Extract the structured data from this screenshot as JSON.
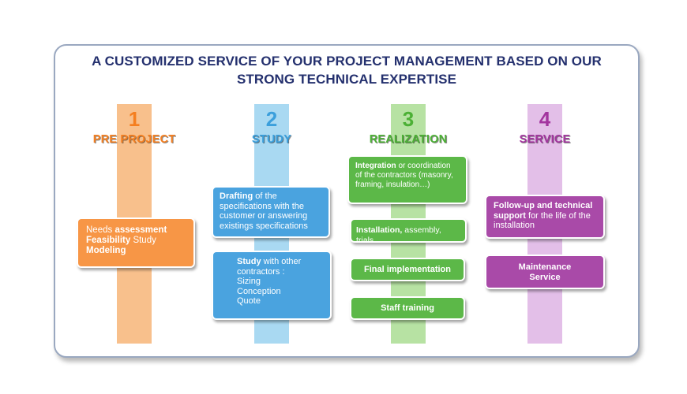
{
  "title": {
    "line1": "A CUSTOMIZED SERVICE OF YOUR PROJECT MANAGEMENT BASED ON OUR",
    "line2": "STRONG TECHNICAL EXPERTISE"
  },
  "colors": {
    "pre_project": "#f57f20",
    "study": "#3b9fdc",
    "realization": "#4cb035",
    "service": "#a3359f",
    "title": "#24306e"
  },
  "phases": [
    {
      "number": "1",
      "name": "PRE PROJECT",
      "boxes": [
        {
          "parts": [
            {
              "text": "Needs ",
              "bold": false
            },
            {
              "text": "assessment",
              "bold": true
            },
            {
              "text": "\nFeasibility",
              "bold": true
            },
            {
              "text": " Study",
              "bold": false
            },
            {
              "text": "\nModeling",
              "bold": true
            }
          ]
        }
      ]
    },
    {
      "number": "2",
      "name": "STUDY",
      "boxes": [
        {
          "parts": [
            {
              "text": "Drafting",
              "bold": true
            },
            {
              "text": " of the\nspecifications with the\ncustomer or answering\nexistings specifications",
              "bold": false
            }
          ]
        },
        {
          "parts": [
            {
              "text": "Study",
              "bold": true
            },
            {
              "text": " with other\ncontractors :\nSizing\nConception\nQuote",
              "bold": false
            }
          ]
        }
      ]
    },
    {
      "number": "3",
      "name": "REALIZATION",
      "boxes": [
        {
          "parts": [
            {
              "text": "Integration",
              "bold": true
            },
            {
              "text": " or coordination\nof the contractors (masonry,\nframing, insulation…)",
              "bold": false
            }
          ]
        },
        {
          "parts": [
            {
              "text": "Installation,",
              "bold": true
            },
            {
              "text": " assembly, trials",
              "bold": false
            }
          ]
        },
        {
          "parts": [
            {
              "text": "Final implementation",
              "bold": true
            }
          ]
        },
        {
          "parts": [
            {
              "text": "Staff training",
              "bold": true
            }
          ]
        }
      ]
    },
    {
      "number": "4",
      "name": "SERVICE",
      "boxes": [
        {
          "parts": [
            {
              "text": "Follow-up and technical\nsupport",
              "bold": true
            },
            {
              "text": " for the life of the\ninstallation",
              "bold": false
            }
          ]
        },
        {
          "parts": [
            {
              "text": "Maintenance\nService",
              "bold": true
            }
          ]
        }
      ]
    }
  ]
}
